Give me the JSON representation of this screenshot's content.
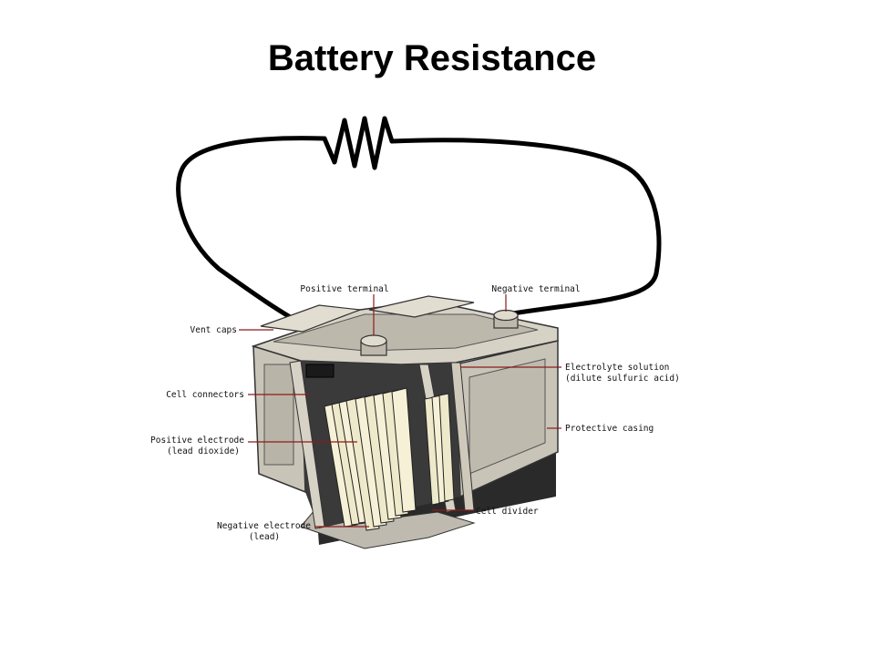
{
  "slide": {
    "title": "Battery Resistance"
  },
  "diagram": {
    "labels": {
      "positive_terminal": "Positive terminal",
      "negative_terminal": "Negative terminal",
      "vent_caps": "Vent caps",
      "electrolyte_1": "Electrolyte solution",
      "electrolyte_2": "(dilute sulfuric acid)",
      "cell_connectors": "Cell connectors",
      "protective_casing": "Protective casing",
      "positive_electrode_1": "Positive electrode",
      "positive_electrode_2": "(lead dioxide)",
      "negative_electrode_1": "Negative electrode",
      "negative_electrode_2": "(lead)",
      "cell_divider": "Cell divider"
    },
    "colors": {
      "wire": "#000000",
      "casing": "#c9c4b8",
      "casing_dark": "#9a958a",
      "plate": "#f6f1d6",
      "leader_line": "#8b1a1a"
    }
  }
}
